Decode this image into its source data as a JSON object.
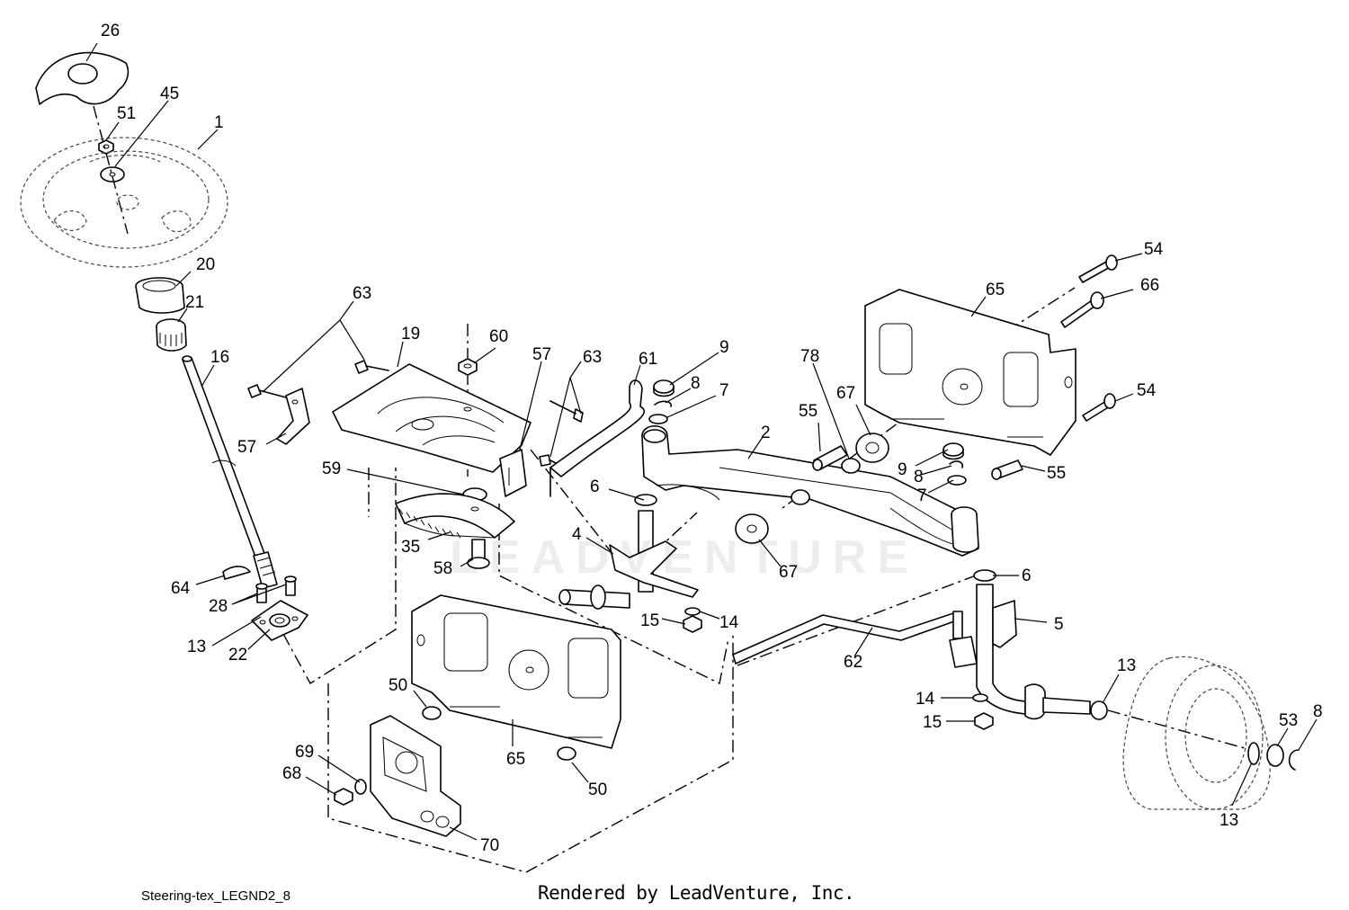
{
  "diagram": {
    "footer_code": "Steering-tex_LEGND2_8",
    "footer_credit": "Rendered by LeadVenture, Inc.",
    "watermark": "LEADVENTURE",
    "colors": {
      "line": "#000000",
      "background": "#ffffff",
      "watermark": "#d8d8d8"
    },
    "callouts": [
      "26",
      "45",
      "51",
      "1",
      "20",
      "21",
      "16",
      "63",
      "19",
      "60",
      "57",
      "63",
      "61",
      "9",
      "8",
      "7",
      "78",
      "67",
      "65",
      "54",
      "66",
      "54",
      "57",
      "59",
      "35",
      "58",
      "6",
      "55",
      "2",
      "9",
      "8",
      "7",
      "55",
      "4",
      "67",
      "6",
      "64",
      "28",
      "13",
      "22",
      "15",
      "14",
      "5",
      "62",
      "50",
      "13",
      "14",
      "15",
      "53",
      "8",
      "69",
      "68",
      "65",
      "50",
      "70",
      "13"
    ]
  }
}
